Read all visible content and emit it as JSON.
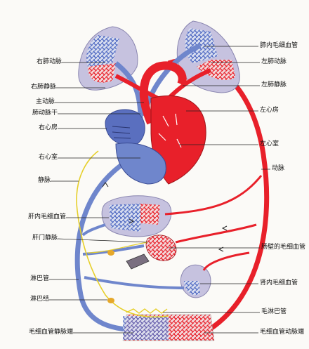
{
  "labels_left": [
    {
      "id": "right-pulmonary-artery",
      "text": "右肺动脉"
    },
    {
      "id": "right-pulmonary-vein",
      "text": "右肺静脉"
    },
    {
      "id": "aorta",
      "text": "主动脉"
    },
    {
      "id": "pulmonary-trunk",
      "text": "肺动脉干"
    },
    {
      "id": "right-atrium",
      "text": "右心房"
    },
    {
      "id": "right-ventricle",
      "text": "右心室"
    },
    {
      "id": "vein",
      "text": "静脉"
    },
    {
      "id": "liver-capillary",
      "text": "肝内毛细血管"
    },
    {
      "id": "hepatic-portal-vein",
      "text": "肝门静脉"
    },
    {
      "id": "lymph-vessel",
      "text": "淋巴管"
    },
    {
      "id": "lymph-node",
      "text": "淋巴结"
    },
    {
      "id": "capillary-venous-end",
      "text": "毛细血管静脉端"
    }
  ],
  "labels_right": [
    {
      "id": "lung-capillary",
      "text": "肺内毛细血管"
    },
    {
      "id": "left-pulmonary-artery",
      "text": "左肺动脉"
    },
    {
      "id": "left-pulmonary-vein",
      "text": "左肺静脉"
    },
    {
      "id": "left-atrium",
      "text": "左心房"
    },
    {
      "id": "left-ventricle",
      "text": "左心室"
    },
    {
      "id": "artery",
      "text": "动脉"
    },
    {
      "id": "intestinal-capillary",
      "text": "肠壁的毛细血管"
    },
    {
      "id": "kidney-capillary",
      "text": "肾内毛细血管"
    },
    {
      "id": "lymph-capillary",
      "text": "毛淋巴管"
    },
    {
      "id": "capillary-arterial-end",
      "text": "毛细血管动脉端"
    }
  ],
  "colors": {
    "artery": "#e8202a",
    "vein": "#6f86cc",
    "organ": "#c6c2df",
    "lymph": "#e6cf2a",
    "line": "#222222"
  }
}
